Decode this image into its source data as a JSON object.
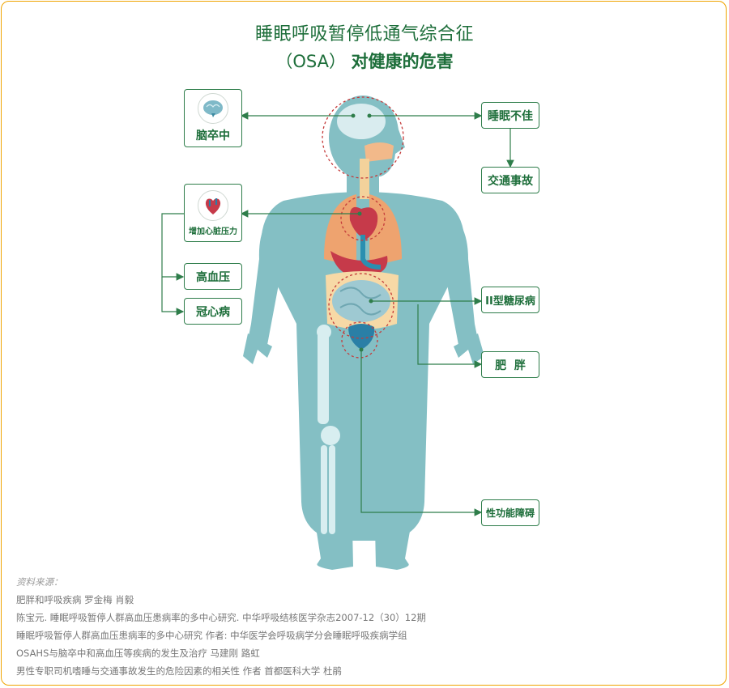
{
  "title": {
    "line1": "睡眠呼吸暂停低通气综合征",
    "line2_prefix": "（OSA）",
    "line2_bold": "对健康的危害"
  },
  "effects": {
    "stroke": "脑卒中",
    "sleep": "睡眠不佳",
    "traffic": "交通事故",
    "heart": "增加心脏压力",
    "hypertension": "高血压",
    "coronary": "冠心病",
    "diabetes": "II型糖尿病",
    "obesity": "肥  胖",
    "sexual": "性功能障碍"
  },
  "icons": {
    "stroke": "brain-icon",
    "heart": "heart-icon"
  },
  "colors": {
    "accent": "#1d6e3a",
    "frame": "#f0a400",
    "body": "#84bfc4"
  },
  "references": {
    "heading": "资料来源：",
    "items": [
      "肥胖和呼吸疾病 罗金梅 肖毅",
      "陈宝元. 睡眠呼吸暂停人群高血压患病率的多中心研究. 中华呼吸结核医学杂志2007-12（30）12期",
      "睡眠呼吸暂停人群高血压患病率的多中心研究 作者: 中华医学会呼吸病学分会睡眠呼吸疾病学组",
      "OSAHS与脑卒中和高血压等疾病的发生及治疗 马建刚 路虹",
      "男性专职司机嗜睡与交通事故发生的危险因素的相关性 作者 首都医科大学 杜鹃"
    ]
  }
}
